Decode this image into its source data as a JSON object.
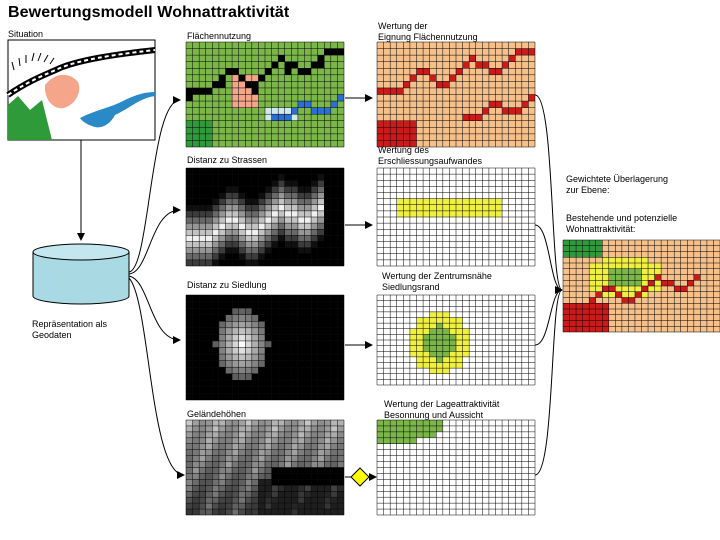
{
  "title": "Bewertungsmodell Wohnattraktivität",
  "labels": {
    "situation": "Situation",
    "flaechennutzung": "Flächennutzung",
    "wertung_eignung_1": "Wertung der",
    "wertung_eignung_2": "Eignung Flächennutzung",
    "distanz_strassen": "Distanz zu Strassen",
    "wertung_erschliessung_1": "Wertung des",
    "wertung_erschliessung_2": "Erschliessungsaufwandes",
    "gewichtete_1": "Gewichtete Überlagerung",
    "gewichtete_2": "zur Ebene:",
    "bestehende_1": "Bestehende und potenzielle",
    "bestehende_2": "Wohnattraktivität:",
    "distanz_siedlung": "Distanz zu Siedlung",
    "wertung_zentrum_1": "Wertung der Zentrumsnähe",
    "wertung_zentrum_2": "Siedlungsrand",
    "repraesentation_1": "Repräsentation als",
    "repraesentation_2": "Geodaten",
    "gelaendehoehen": "Geländehöhen",
    "wertung_lage_1": "Wertung der Lageattraktivität",
    "wertung_lage_2": "Besonnung und Aussicht"
  },
  "colors": {
    "grid_line": "#000000",
    "landuse_green": "#7ab648",
    "landuse_pink": "#f4a58a",
    "road_black": "#000000",
    "water_blue": "#2a6fd6",
    "suit_peach": "#f5c08a",
    "suit_red": "#cc1a1a",
    "yellow": "#f0f040",
    "cyan_db": "#a9d9e3",
    "gray_dark": "#505050",
    "diamond_yellow": "#ffff00"
  }
}
